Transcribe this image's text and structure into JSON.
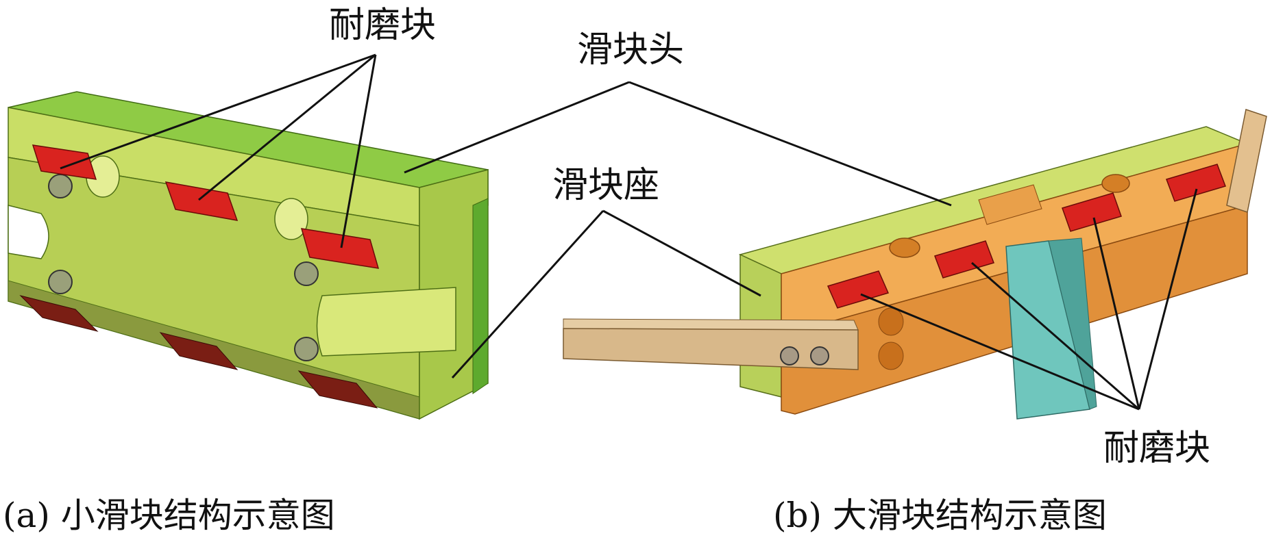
{
  "labels": {
    "wear_block_top": "耐磨块",
    "slider_head": "滑块头",
    "slider_seat": "滑块座",
    "wear_block_bottom": "耐磨块"
  },
  "captions": {
    "a": "(a) 小滑块结构示意图",
    "b": "(b) 大滑块结构示意图"
  },
  "colors": {
    "small_slider_body": "#c5da63",
    "small_slider_head": "#7fc23c",
    "large_slider_body": "#eea24a",
    "large_slider_head": "#c8dc6a",
    "wear_block": "#d9231f",
    "rod": "#d8b88a",
    "guide_post": "#6fc6bd",
    "leader_line": "#111111"
  }
}
